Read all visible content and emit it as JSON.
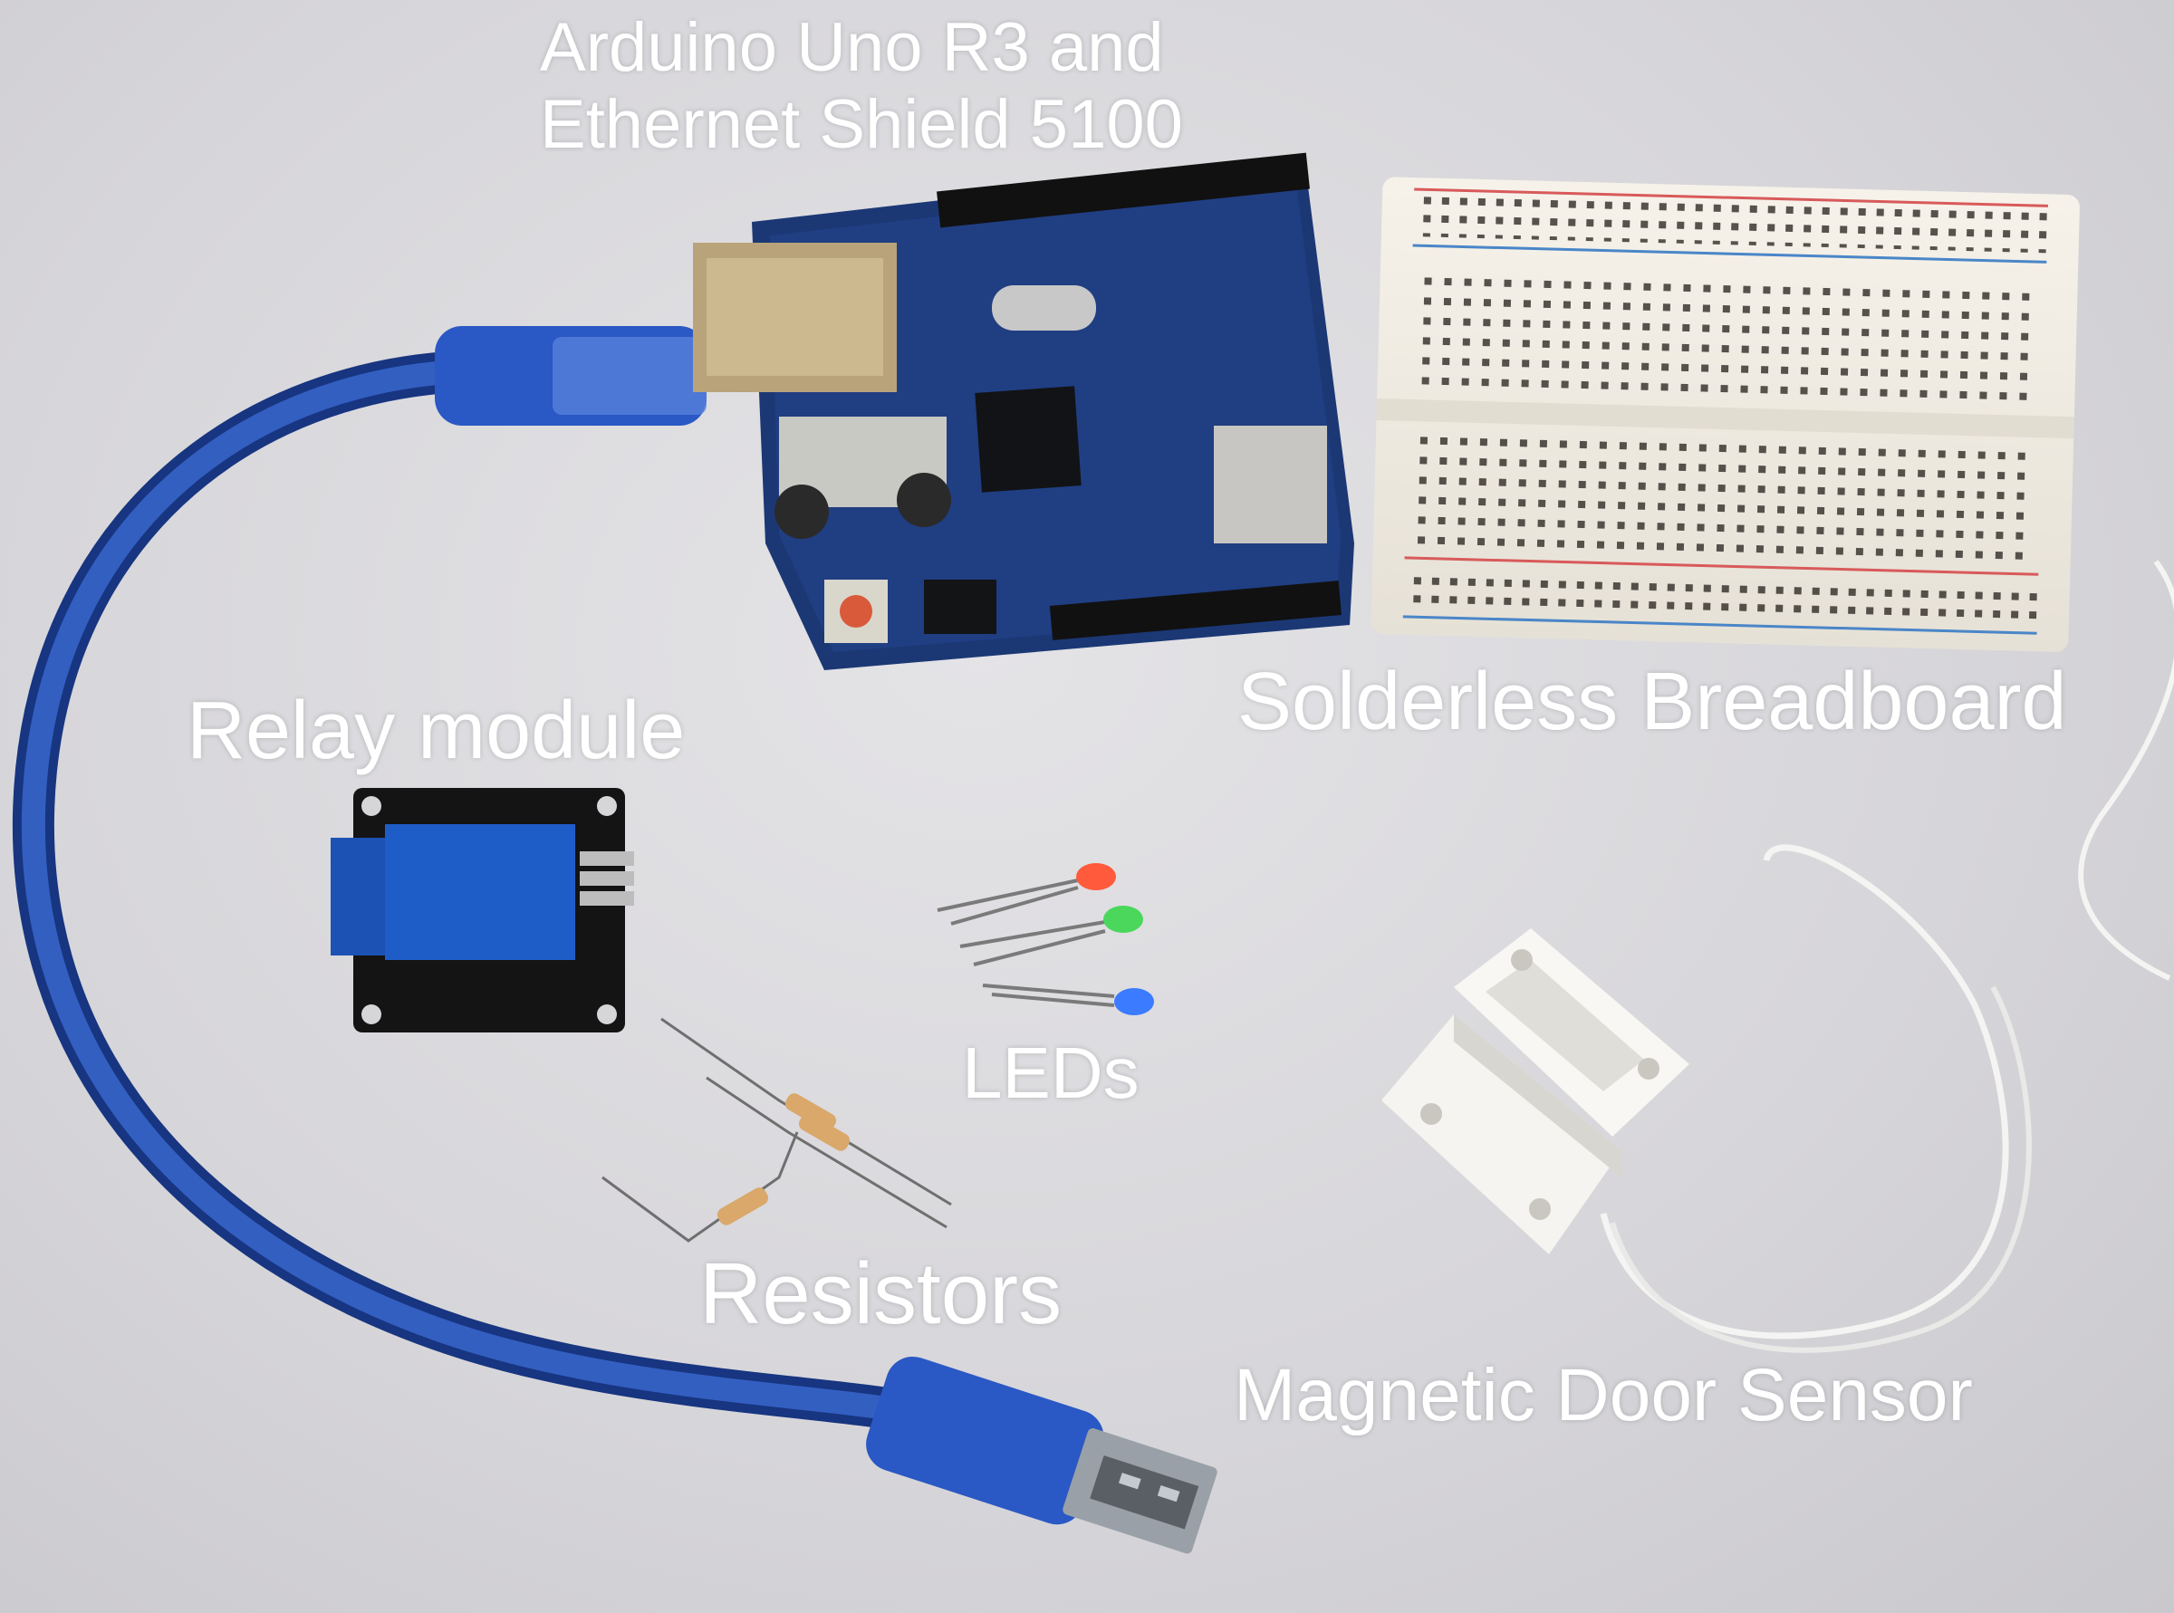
{
  "labels": {
    "arduino_line1": "Arduino Uno R3 and",
    "arduino_line2": "Ethernet Shield 5100",
    "breadboard": "Solderless Breadboard",
    "relay": "Relay module",
    "leds": "LEDs",
    "resistors": "Resistors",
    "sensor": "Magnetic Door Sensor"
  },
  "colors": {
    "background": "#d9d8dc",
    "pcb_blue": "#1c3a78",
    "cable_blue": "#2a52b8",
    "breadboard": "#f1ede4",
    "relay_blue": "#1e56b8",
    "led_red": "#ff5a3c",
    "led_green": "#4ad75c",
    "led_blue": "#3a7bff",
    "sensor_white": "#f6f5f1",
    "label_text": "#ffffff"
  }
}
